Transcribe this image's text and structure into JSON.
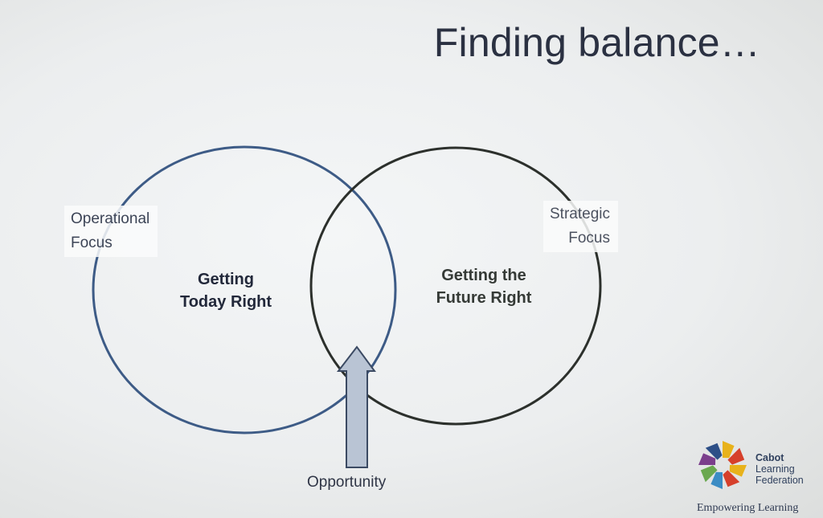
{
  "slide": {
    "title": "Finding balance…"
  },
  "diagram": {
    "left_circle": {
      "side_label_line1": "Operational",
      "side_label_line2": "Focus",
      "center_line1": "Getting",
      "center_line2": "Today Right",
      "stroke_color": "#3d5b86"
    },
    "right_circle": {
      "side_label_line1": "Strategic",
      "side_label_line2": "Focus",
      "center_line1": "Getting the",
      "center_line2": "Future Right",
      "stroke_color": "#2c302c"
    },
    "arrow": {
      "label": "Opportunity",
      "fill_color": "#b9c4d4",
      "stroke_color": "#3b4a63"
    }
  },
  "branding": {
    "logo_line1": "Cabot",
    "logo_line2": "Learning",
    "logo_line3": "Federation",
    "tagline": "Empowering Learning",
    "logo_colors": [
      "#e8b21b",
      "#d6402b",
      "#3b8cc4",
      "#6aa84f",
      "#7b3f8c",
      "#2d4f87"
    ]
  }
}
